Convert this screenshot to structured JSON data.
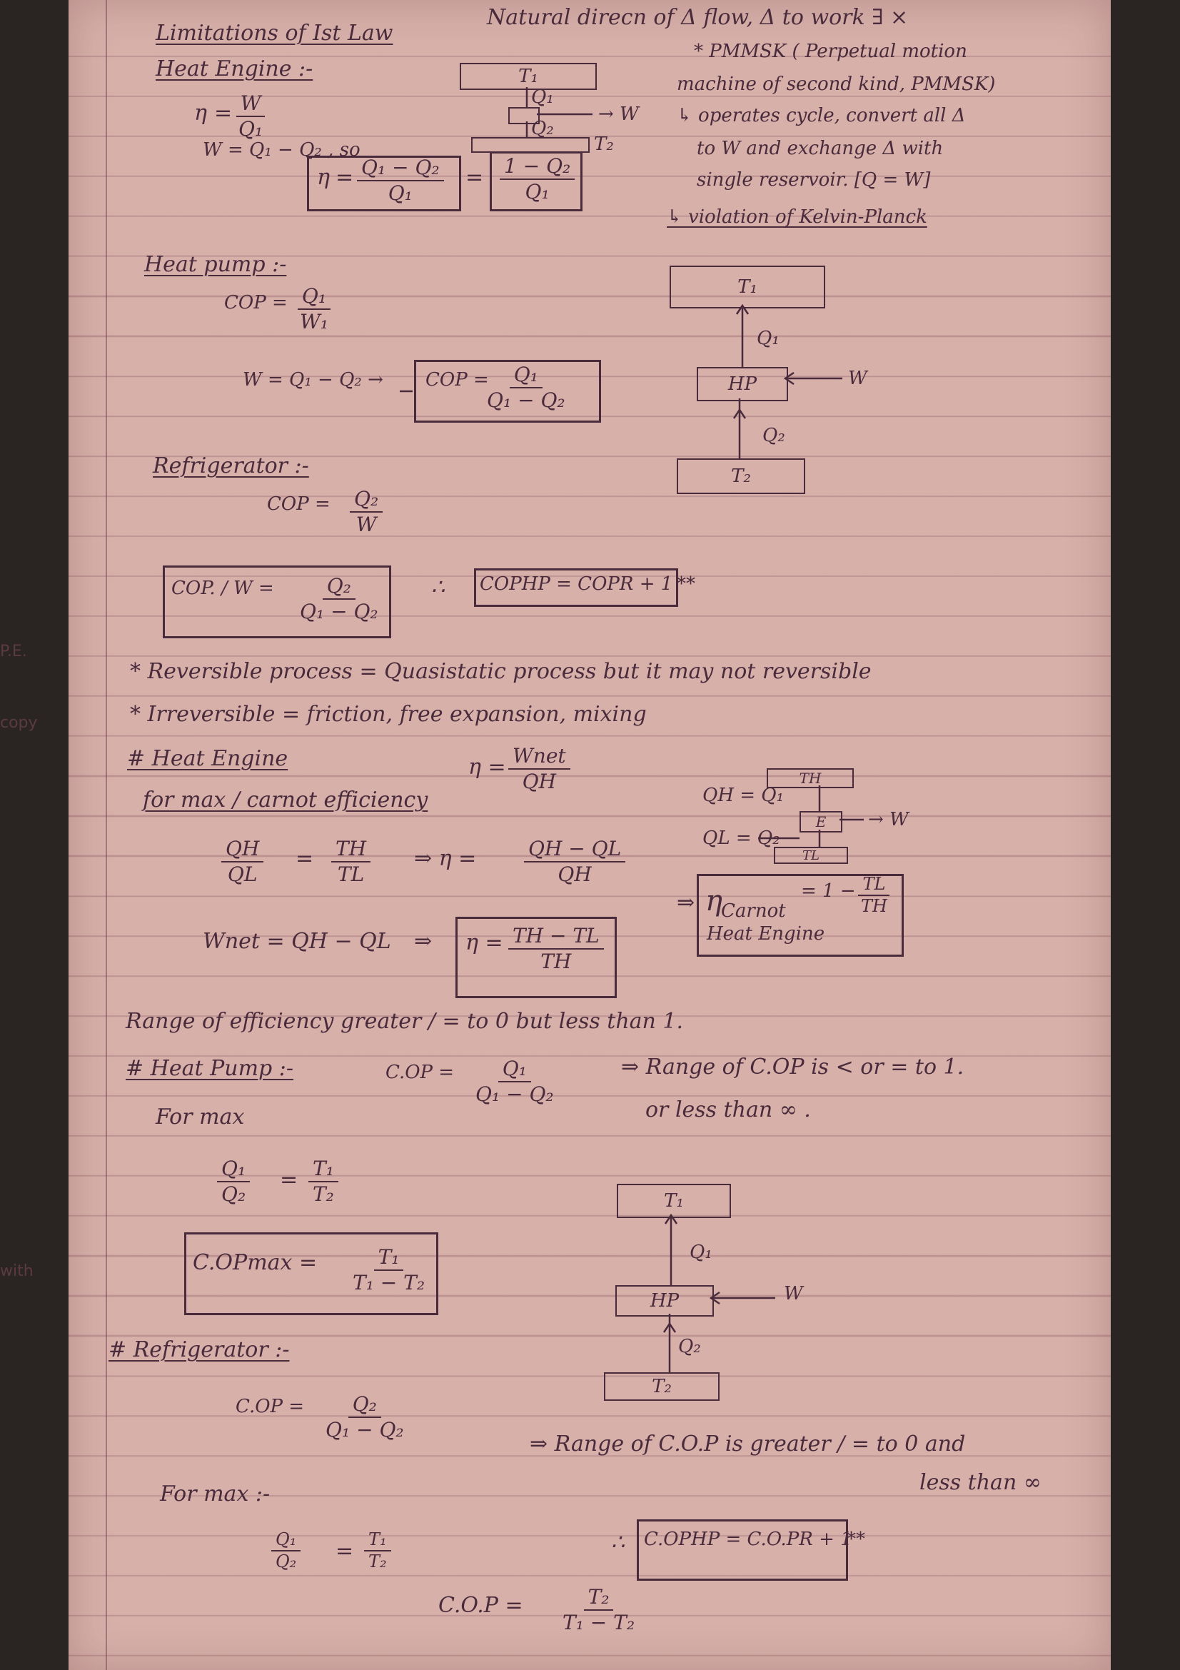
{
  "edge_labels": {
    "pe": "P.E.",
    "copy": "copy",
    "with": "with"
  },
  "sec1": {
    "title": "Limitations of Ist Law",
    "title_note": "Natural direcn of Δ flow,  Δ to work  ∃ ×",
    "heat_engine": "Heat Engine :-",
    "eta": "η",
    "eta_num": "W",
    "eta_den": "Q₁",
    "w_eq": "W = Q₁ − Q₂ , so",
    "box_eta_num": "Q₁ − Q₂",
    "box_eta_den": "Q₁",
    "box_alt_num": "1 − Q₂",
    "box_alt_den": "Q₁",
    "eq_sign": "=",
    "d_t1": "T₁",
    "d_q1": "Q₁",
    "d_w": "→ W",
    "d_q2": "Q₂",
    "d_t2": "T₂",
    "pmmsk_1": "* PMMSK ( Perpetual motion",
    "pmmsk_2": "machine of second kind, PMMSK)",
    "pmmsk_3": "↳ operates cycle, convert all Δ",
    "pmmsk_4": "to W and exchange Δ with",
    "pmmsk_5": "single reservoir.  [Q = W]",
    "pmmsk_6": "↳  violation of Kelvin-Planck"
  },
  "sec2": {
    "title": "Heat pump :-",
    "cop": "COP =",
    "cop_num": "Q₁",
    "cop_den": "W₁",
    "w_eq": "W = Q₁ − Q₂  →",
    "box_cop": "COP =",
    "box_num": "Q₁",
    "box_den": "Q₁ − Q₂",
    "d_t1": "T₁",
    "d_q1": "Q₁",
    "d_hp": "HP",
    "d_w": "W",
    "d_q2": "Q₂",
    "d_t2": "T₂"
  },
  "sec3": {
    "title": "Refrigerator :-",
    "cop": "COP =",
    "cop_num": "Q₂",
    "cop_den": "W",
    "box_cop": "COP. / W =",
    "box_num": "Q₂",
    "box_den": "Q₁ − Q₂",
    "therefore": "∴",
    "rel": "COPHP = COPR + 1",
    "stars": "**"
  },
  "sec4": {
    "reversible": "* Reversible process = Quasistatic process but it may not reversible",
    "irreversible": "* Irreversible = friction, free expansion, mixing",
    "heat_engine": "# Heat Engine",
    "eta": "η =",
    "eta_num": "Wnet",
    "eta_den": "QH",
    "for_max": "for max / carnot efficiency",
    "qh": "QH",
    "ql": "QL",
    "th": "TH",
    "tl": "TL",
    "eq": "=",
    "impl": "⇒  η =",
    "impl_num": "QH − QL",
    "impl_den": "QH",
    "wnet": "Wnet = QH − QL",
    "impl2": "⇒",
    "box_eta": "η =",
    "box_num": "TH − TL",
    "box_den": "TH",
    "d_th": "TH",
    "d_qh": "QH = Q₁",
    "d_e": "E",
    "d_w": "→ W",
    "d_ql": "QL = Q₂",
    "d_tl": "TL",
    "carnot_arrow": "⇒",
    "carnot_eta": "η",
    "carnot_sub": "Carnot",
    "carnot_sub2": "Heat Engine",
    "carnot_eq": "= 1 −",
    "carnot_num": "TL",
    "carnot_den": "TH"
  },
  "sec5": {
    "range_eff": "Range of efficiency greater / = to 0 but less than 1.",
    "heat_pump": "# Heat Pump :-",
    "cop": "C.OP =",
    "cop_num": "Q₁",
    "cop_den": "Q₁ − Q₂",
    "range_cop_1": "⇒ Range of C.OP is < or = to 1.",
    "range_cop_2": "or less than ∞ .",
    "for_max": "For max",
    "ratio_l_num": "Q₁",
    "ratio_l_den": "Q₂",
    "ratio_eq": "=",
    "ratio_r_num": "T₁",
    "ratio_r_den": "T₂",
    "box_cop": "C.OPmax =",
    "box_num": "T₁",
    "box_den": "T₁ − T₂",
    "d_t1": "T₁",
    "d_q1": "Q₁",
    "d_hp": "HP",
    "d_w": "W",
    "d_q2": "Q₂",
    "d_t2": "T₂"
  },
  "sec6": {
    "title": "# Refrigerator :-",
    "cop": "C.OP =",
    "cop_num": "Q₂",
    "cop_den": "Q₁ − Q₂",
    "range_1": "⇒ Range of C.O.P is greater / = to 0 and",
    "range_2": "less than ∞",
    "for_max": "For max :-",
    "ratio_l_num": "Q₁",
    "ratio_l_den": "Q₂",
    "ratio_eq": "=",
    "ratio_r_num": "T₁",
    "ratio_r_den": "T₂",
    "therefore": "∴",
    "rel": "C.OPHP = C.O.PR + 1",
    "stars": "**",
    "final": "C.O.P =",
    "final_num": "T₂",
    "final_den": "T₁ − T₂"
  }
}
